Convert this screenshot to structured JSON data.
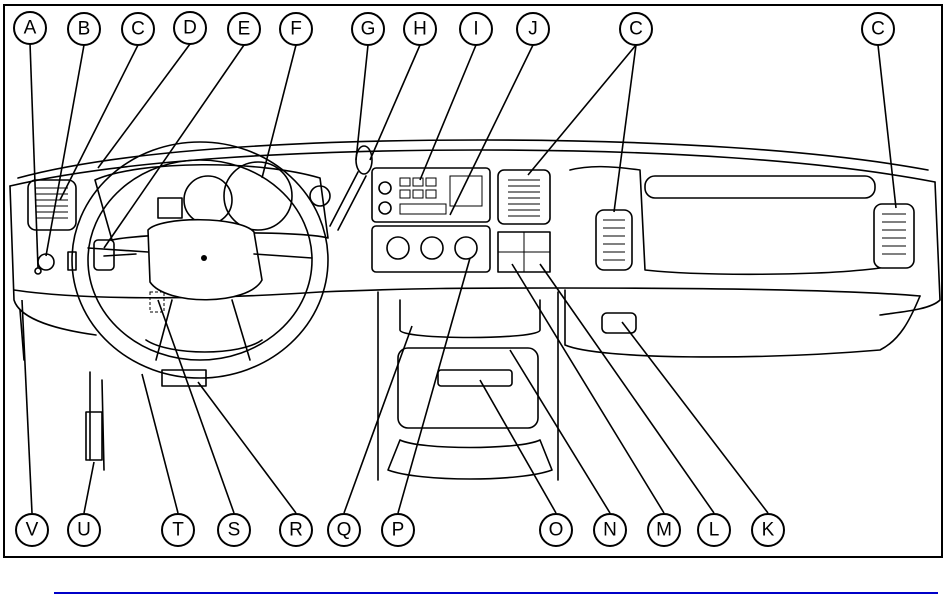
{
  "diagram": {
    "callouts_top": [
      "A",
      "B",
      "C",
      "D",
      "E",
      "F",
      "G",
      "H",
      "I",
      "J",
      "C",
      "C"
    ],
    "callouts_bottom": [
      "V",
      "U",
      "T",
      "S",
      "R",
      "Q",
      "P",
      "O",
      "N",
      "M",
      "L",
      "K"
    ]
  },
  "footer": {
    "rule_color": "#0000c8"
  }
}
